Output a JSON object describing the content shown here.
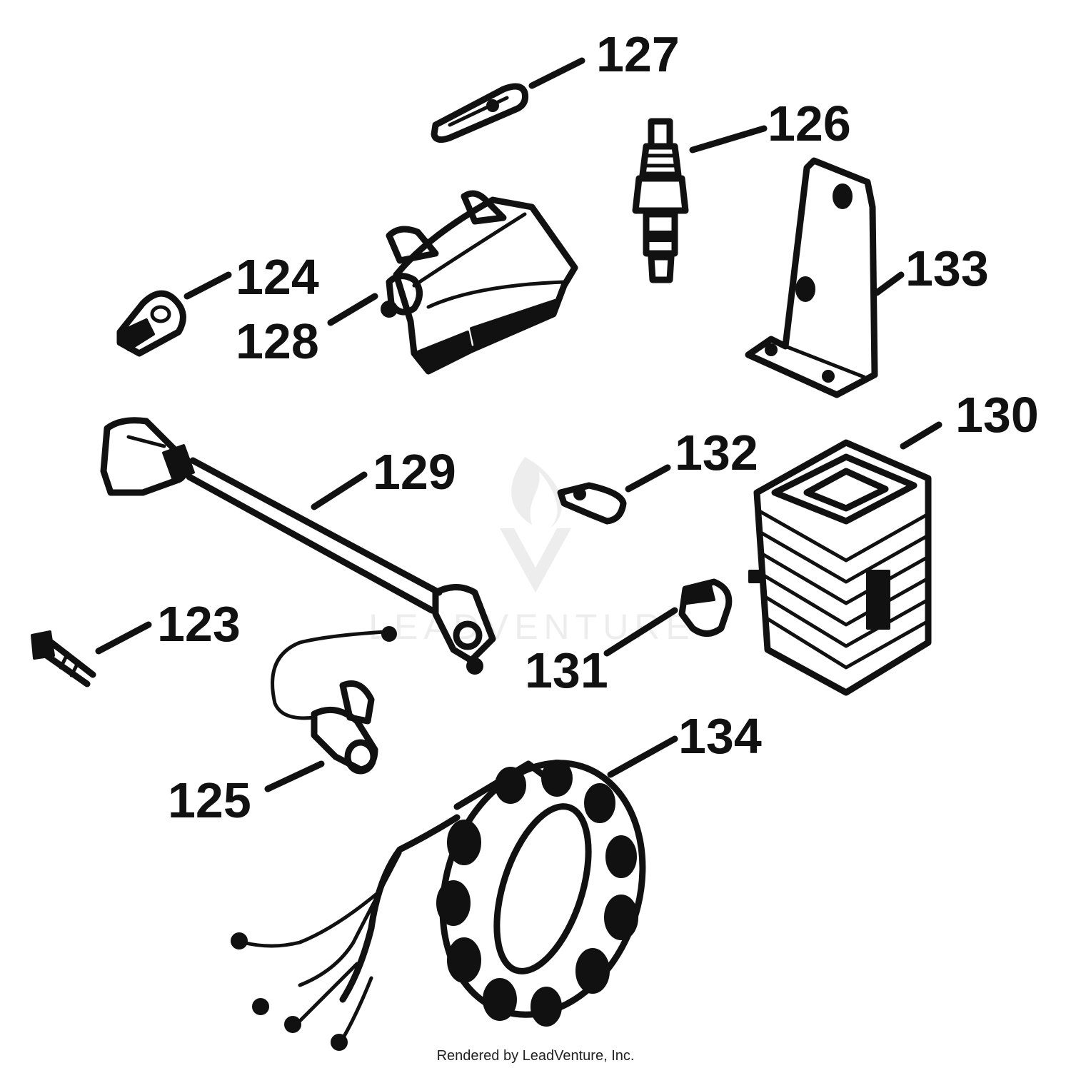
{
  "callouts": [
    {
      "id": "127",
      "text": "127"
    },
    {
      "id": "126",
      "text": "126"
    },
    {
      "id": "124",
      "text": "124"
    },
    {
      "id": "128",
      "text": "128"
    },
    {
      "id": "133",
      "text": "133"
    },
    {
      "id": "130",
      "text": "130"
    },
    {
      "id": "132",
      "text": "132"
    },
    {
      "id": "129",
      "text": "129"
    },
    {
      "id": "123",
      "text": "123"
    },
    {
      "id": "131",
      "text": "131"
    },
    {
      "id": "134",
      "text": "134"
    },
    {
      "id": "125",
      "text": "125"
    }
  ],
  "watermark": {
    "text": "LEADVENTURE"
  },
  "footer": {
    "credit": "Rendered by LeadVenture, Inc."
  },
  "colors": {
    "ink": "#111111",
    "background": "#ffffff",
    "watermark": "#dcdcdc"
  }
}
